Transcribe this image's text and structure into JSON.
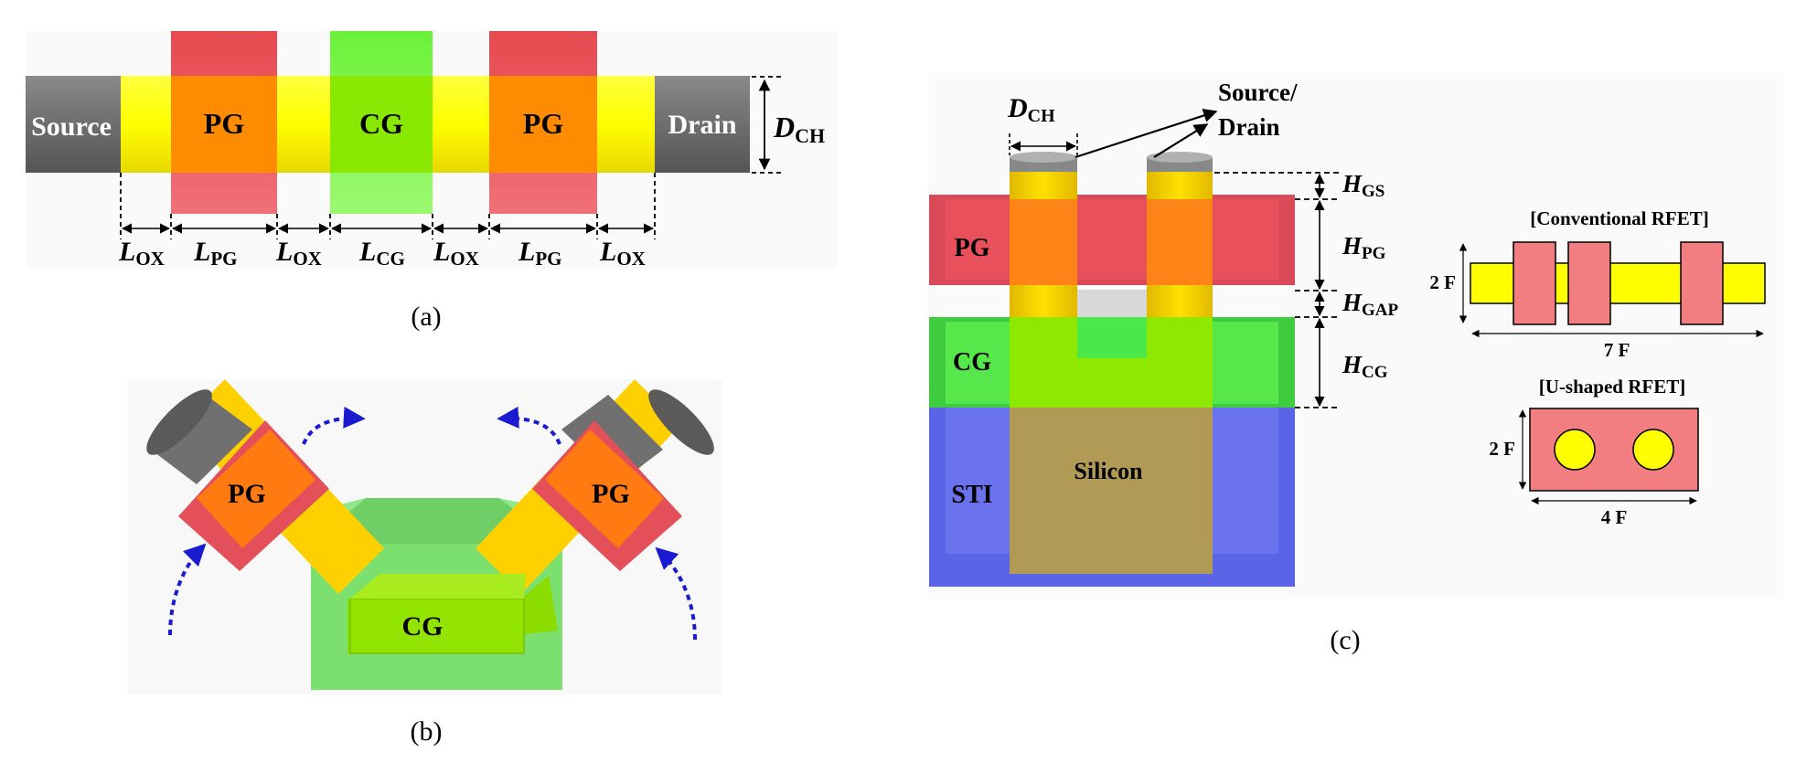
{
  "panel_a": {
    "caption": "(a)",
    "labels": {
      "source": "Source",
      "pg_left": "PG",
      "cg": "CG",
      "pg_right": "PG",
      "drain": "Drain",
      "dch_main": "D",
      "dch_sub": "CH"
    },
    "dims": [
      {
        "main": "L",
        "sub": "OX"
      },
      {
        "main": "L",
        "sub": "PG"
      },
      {
        "main": "L",
        "sub": "OX"
      },
      {
        "main": "L",
        "sub": "CG"
      },
      {
        "main": "L",
        "sub": "OX"
      },
      {
        "main": "L",
        "sub": "PG"
      },
      {
        "main": "L",
        "sub": "OX"
      }
    ]
  },
  "panel_b": {
    "caption": "(b)",
    "labels": {
      "pg_left": "PG",
      "pg_right": "PG",
      "cg": "CG"
    }
  },
  "panel_c": {
    "caption": "(c)",
    "labels": {
      "dch_main": "D",
      "dch_sub": "CH",
      "source_drain_1": "Source/",
      "source_drain_2": "Drain",
      "pg": "PG",
      "cg": "CG",
      "sti": "STI",
      "silicon": "Silicon",
      "hgs_main": "H",
      "hgs_sub": "GS",
      "hpg_main": "H",
      "hpg_sub": "PG",
      "hgap_main": "H",
      "hgap_sub": "GAP",
      "hcg_main": "H",
      "hcg_sub": "CG"
    },
    "footprint": {
      "conventional_title": "[Conventional RFET]",
      "conventional_height": "2 F",
      "conventional_width": "7 F",
      "ushaped_title": "[U-shaped RFET]",
      "ushaped_height": "2 F",
      "ushaped_width": "4 F"
    }
  },
  "colors": {
    "source_drain": "#707070",
    "channel_yellow": "#ffff00",
    "pg_red": "#e84b50",
    "pg_overlap": "#ff8c00",
    "cg_green": "#66ff22",
    "cg_overlap": "#88e800",
    "sti_blue": "#5b63e6",
    "silicon": "#b09a55",
    "arrow_blue": "#1a1ad0"
  }
}
